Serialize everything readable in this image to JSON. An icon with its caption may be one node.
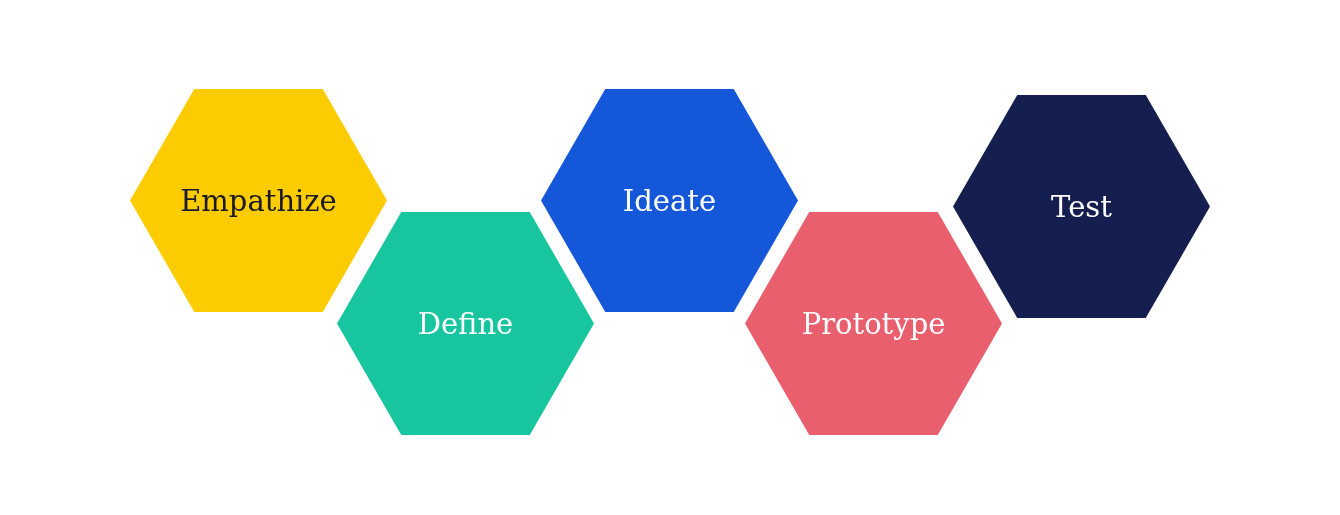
{
  "diagram": {
    "nodes": [
      {
        "text": [
          "Empathize"
        ]
      },
      {
        "text": [
          "Define"
        ]
      },
      {
        "text": [
          "Ideate"
        ]
      },
      {
        "text": [
          "Prototype"
        ]
      },
      {
        "text": [
          "Test"
        ]
      }
    ]
  }
}
